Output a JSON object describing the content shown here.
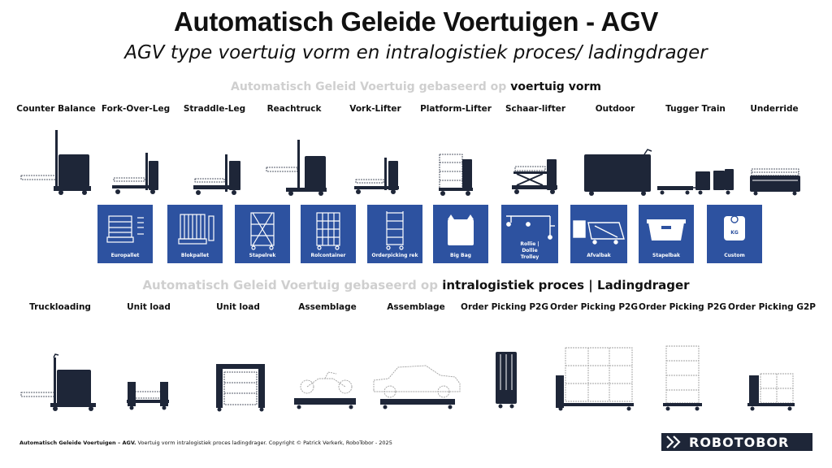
{
  "title": "Automatisch Geleide Voertuigen - AGV",
  "subtitle": "AGV type voertuig vorm en intralogistiek proces/ ladingdrager",
  "section_shape": {
    "muted": "Automatisch Geleid Voertuig gebaseerd op",
    "strong": "voertuig vorm"
  },
  "vehicle_types": [
    "Counter Balance",
    "Fork-Over-Leg",
    "Straddle-Leg",
    "Reachtruck",
    "Vork-Lifter",
    "Platform-Lifter",
    "Schaar-lifter",
    "Outdoor",
    "Tugger Train",
    "Underride"
  ],
  "load_carriers": [
    {
      "label": "Europallet",
      "icon": "europallet-icon"
    },
    {
      "label": "Blokpallet",
      "icon": "blokpallet-icon"
    },
    {
      "label": "Stapelrek",
      "icon": "stapelrek-icon"
    },
    {
      "label": "Rolcontainer",
      "icon": "rolcontainer-icon"
    },
    {
      "label": "Orderpicking  rek",
      "icon": "orderpicking-rek-icon"
    },
    {
      "label": "Big Bag",
      "icon": "big-bag-icon"
    },
    {
      "label": "Rollie | Dollie Trolley",
      "icon": "trolley-icon"
    },
    {
      "label": "Afvalbak",
      "icon": "afvalbak-icon"
    },
    {
      "label": "Stapelbak",
      "icon": "stapelbak-icon"
    },
    {
      "label": "Custom",
      "icon": "weight-kg-icon",
      "badge": "KG"
    }
  ],
  "section_process": {
    "muted": "Automatisch Geleid Voertuig gebaseerd op",
    "strong": "intralogistiek proces | Ladingdrager"
  },
  "process_types": [
    "Truckloading",
    "Unit load",
    "Unit load",
    "Assemblage",
    "Assemblage",
    "Order Picking P2G",
    "Order Picking P2G",
    "Order Picking P2G",
    "Order Picking G2P"
  ],
  "footer": {
    "bold": "Automatisch Geleide Voertuigen – AGV.",
    "rest": " Voertuig vorm intralogistiek proces ladingdrager. Copyright © Patrick Verkerk, RoboTobor - 2025"
  },
  "logo": {
    "text": "ROBOTOBOR"
  },
  "colors": {
    "navy": "#1e2638",
    "tile_blue": "#2d52a0",
    "muted": "#cfcfcf"
  }
}
